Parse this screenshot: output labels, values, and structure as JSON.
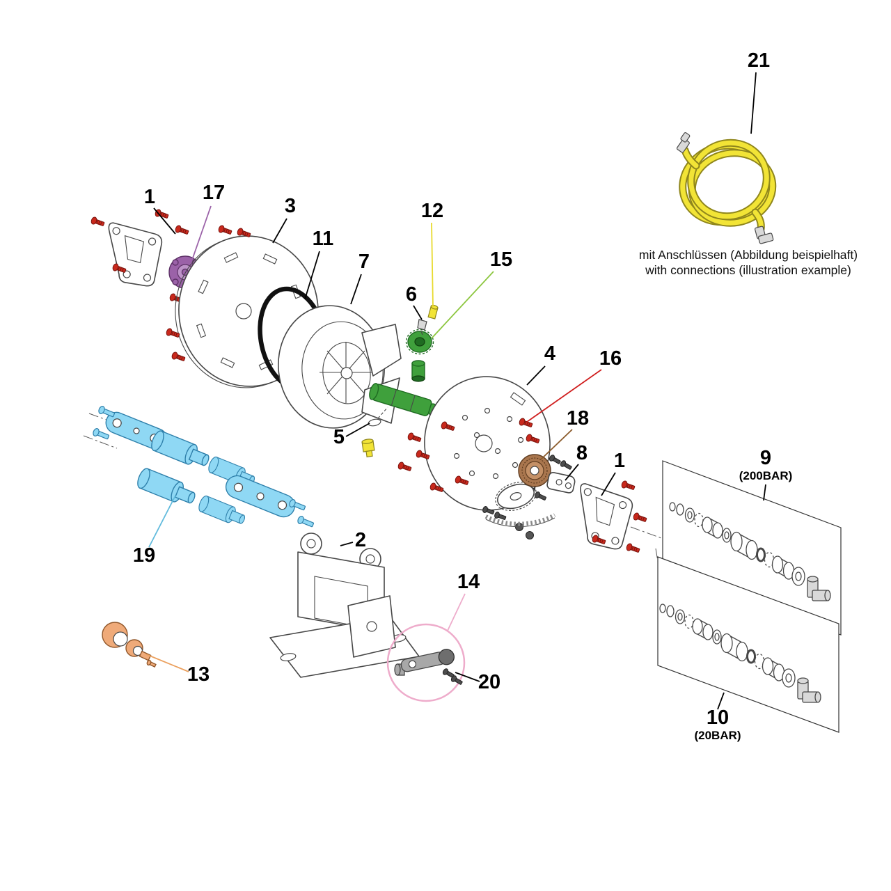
{
  "title": "hose-reel-exploded-parts-diagram",
  "colors": {
    "background": "#ffffff",
    "outline": "#474747",
    "screw_red": "#c9281c",
    "screw_red_dark": "#7a150f",
    "screw_dark": "#4d4d4d",
    "purple": "#9b62a8",
    "purple_dark": "#5e3268",
    "purple_light": "#bd93c8",
    "green": "#3fa03c",
    "green_dark": "#1f6b22",
    "yellow": "#f2e436",
    "yellow_dark": "#8f861c",
    "cyan": "#8fd8f4",
    "cyan_dark": "#2f80ab",
    "orange": "#efaa79",
    "orange_dark": "#91572a",
    "brown": "#a9764e",
    "brown_dark": "#5f3c20",
    "brown_light": "#c49066",
    "pink": "#eeaccb",
    "metal": "#d9d9d9",
    "leader_purple": "#9b62a8",
    "leader_yellow": "#e8da2e",
    "leader_green": "#8cc63f",
    "leader_red": "#d01f1f",
    "leader_brown": "#8a5a2a",
    "leader_cyan": "#62bbdd",
    "leader_orange": "#eba05e",
    "leader_pink": "#eeaccb"
  },
  "callouts": [
    {
      "id": "bracket-arm-left",
      "label": "1"
    },
    {
      "id": "hub-flange-purple",
      "label": "17"
    },
    {
      "id": "reel-disc-left",
      "label": "3"
    },
    {
      "id": "o-ring",
      "label": "11"
    },
    {
      "id": "drum-spool",
      "label": "7"
    },
    {
      "id": "fitting-yellow-top",
      "label": "12"
    },
    {
      "id": "knob-green",
      "label": "15"
    },
    {
      "id": "pin",
      "label": "6"
    },
    {
      "id": "reel-disc-right",
      "label": "4"
    },
    {
      "id": "screw-marked",
      "label": "16"
    },
    {
      "id": "hub-brown",
      "label": "18"
    },
    {
      "id": "latch-plate",
      "label": "8"
    },
    {
      "id": "bracket-arm-right",
      "label": "1"
    },
    {
      "id": "washer",
      "label": "5"
    },
    {
      "id": "swivel-kit-200bar",
      "label": "9",
      "sub": "(200BAR)"
    },
    {
      "id": "swivel-kit-20bar",
      "label": "10",
      "sub": "(20BAR)"
    },
    {
      "id": "hose-assembly",
      "label": "21"
    },
    {
      "id": "roller-guide-assembly",
      "label": "19"
    },
    {
      "id": "mounting-bracket-base",
      "label": "2"
    },
    {
      "id": "cam-part-orange",
      "label": "13"
    },
    {
      "id": "lever-assembly",
      "label": "14"
    },
    {
      "id": "lever-screws",
      "label": "20"
    }
  ],
  "notes": {
    "hose_line1": "mit Anschlüssen (Abbildung beispielhaft)",
    "hose_line2": "with connections (illustration example)"
  }
}
